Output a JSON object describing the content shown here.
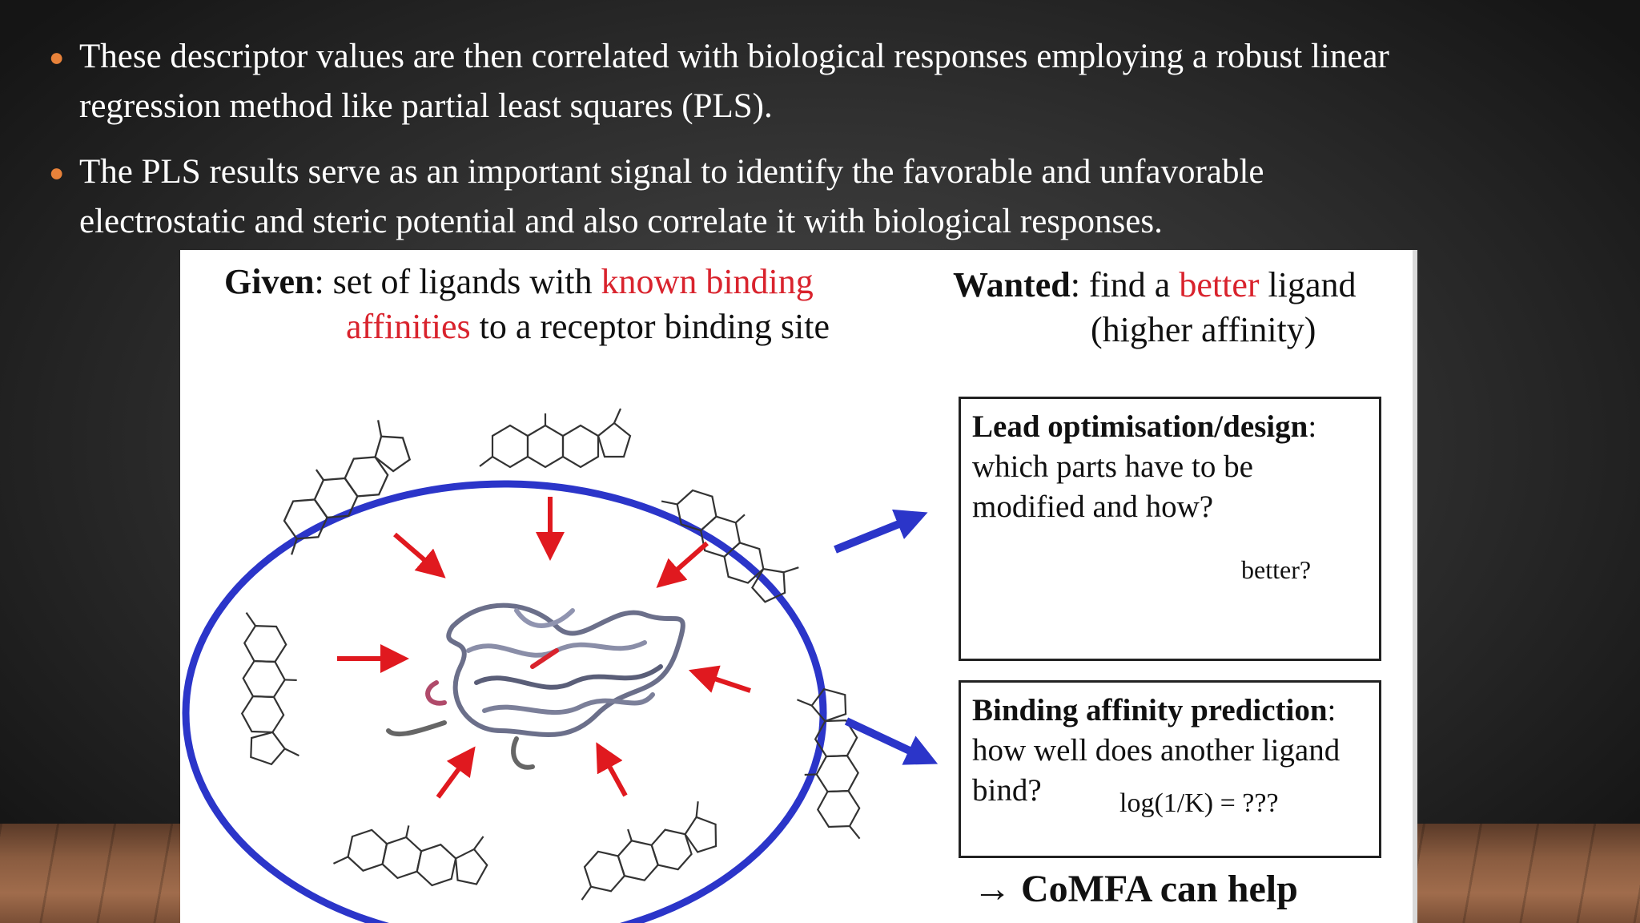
{
  "slide": {
    "bullets": [
      {
        "line1": "These descriptor values are then correlated with biological responses employing a robust linear",
        "line2": "regression method like partial least squares (PLS)."
      },
      {
        "line1": "The PLS results serve as an important signal to identify the favorable and unfavorable",
        "line2": "electrostatic and steric potential and also correlate it with biological responses."
      }
    ],
    "accent_color": "#e8823a"
  },
  "figure": {
    "given": {
      "label": "Given",
      "text_a": ": set of ligands with ",
      "red_a": "known binding",
      "red_b": "affinities",
      "text_b": " to a receptor binding site"
    },
    "wanted": {
      "label": "Wanted",
      "text_a": ": find a ",
      "red": "better",
      "text_b": " ligand",
      "line2": "(higher affinity)"
    },
    "lead_box": {
      "title": "Lead optimisation/design",
      "colon": ":",
      "line2": "which parts have to be",
      "line3": "modified and how?",
      "annotation": "better?"
    },
    "binding_box": {
      "title": "Binding affinity prediction",
      "colon": ":",
      "line2": "how well does another ligand",
      "line3": "bind?",
      "formula": "log(1/K) = ???"
    },
    "conclusion": "CoMFA can help",
    "conclusion_arrow": "→",
    "colors": {
      "ellipse": "#2b35c9",
      "arrows": "#e0191f",
      "text_red": "#d9232d"
    }
  }
}
